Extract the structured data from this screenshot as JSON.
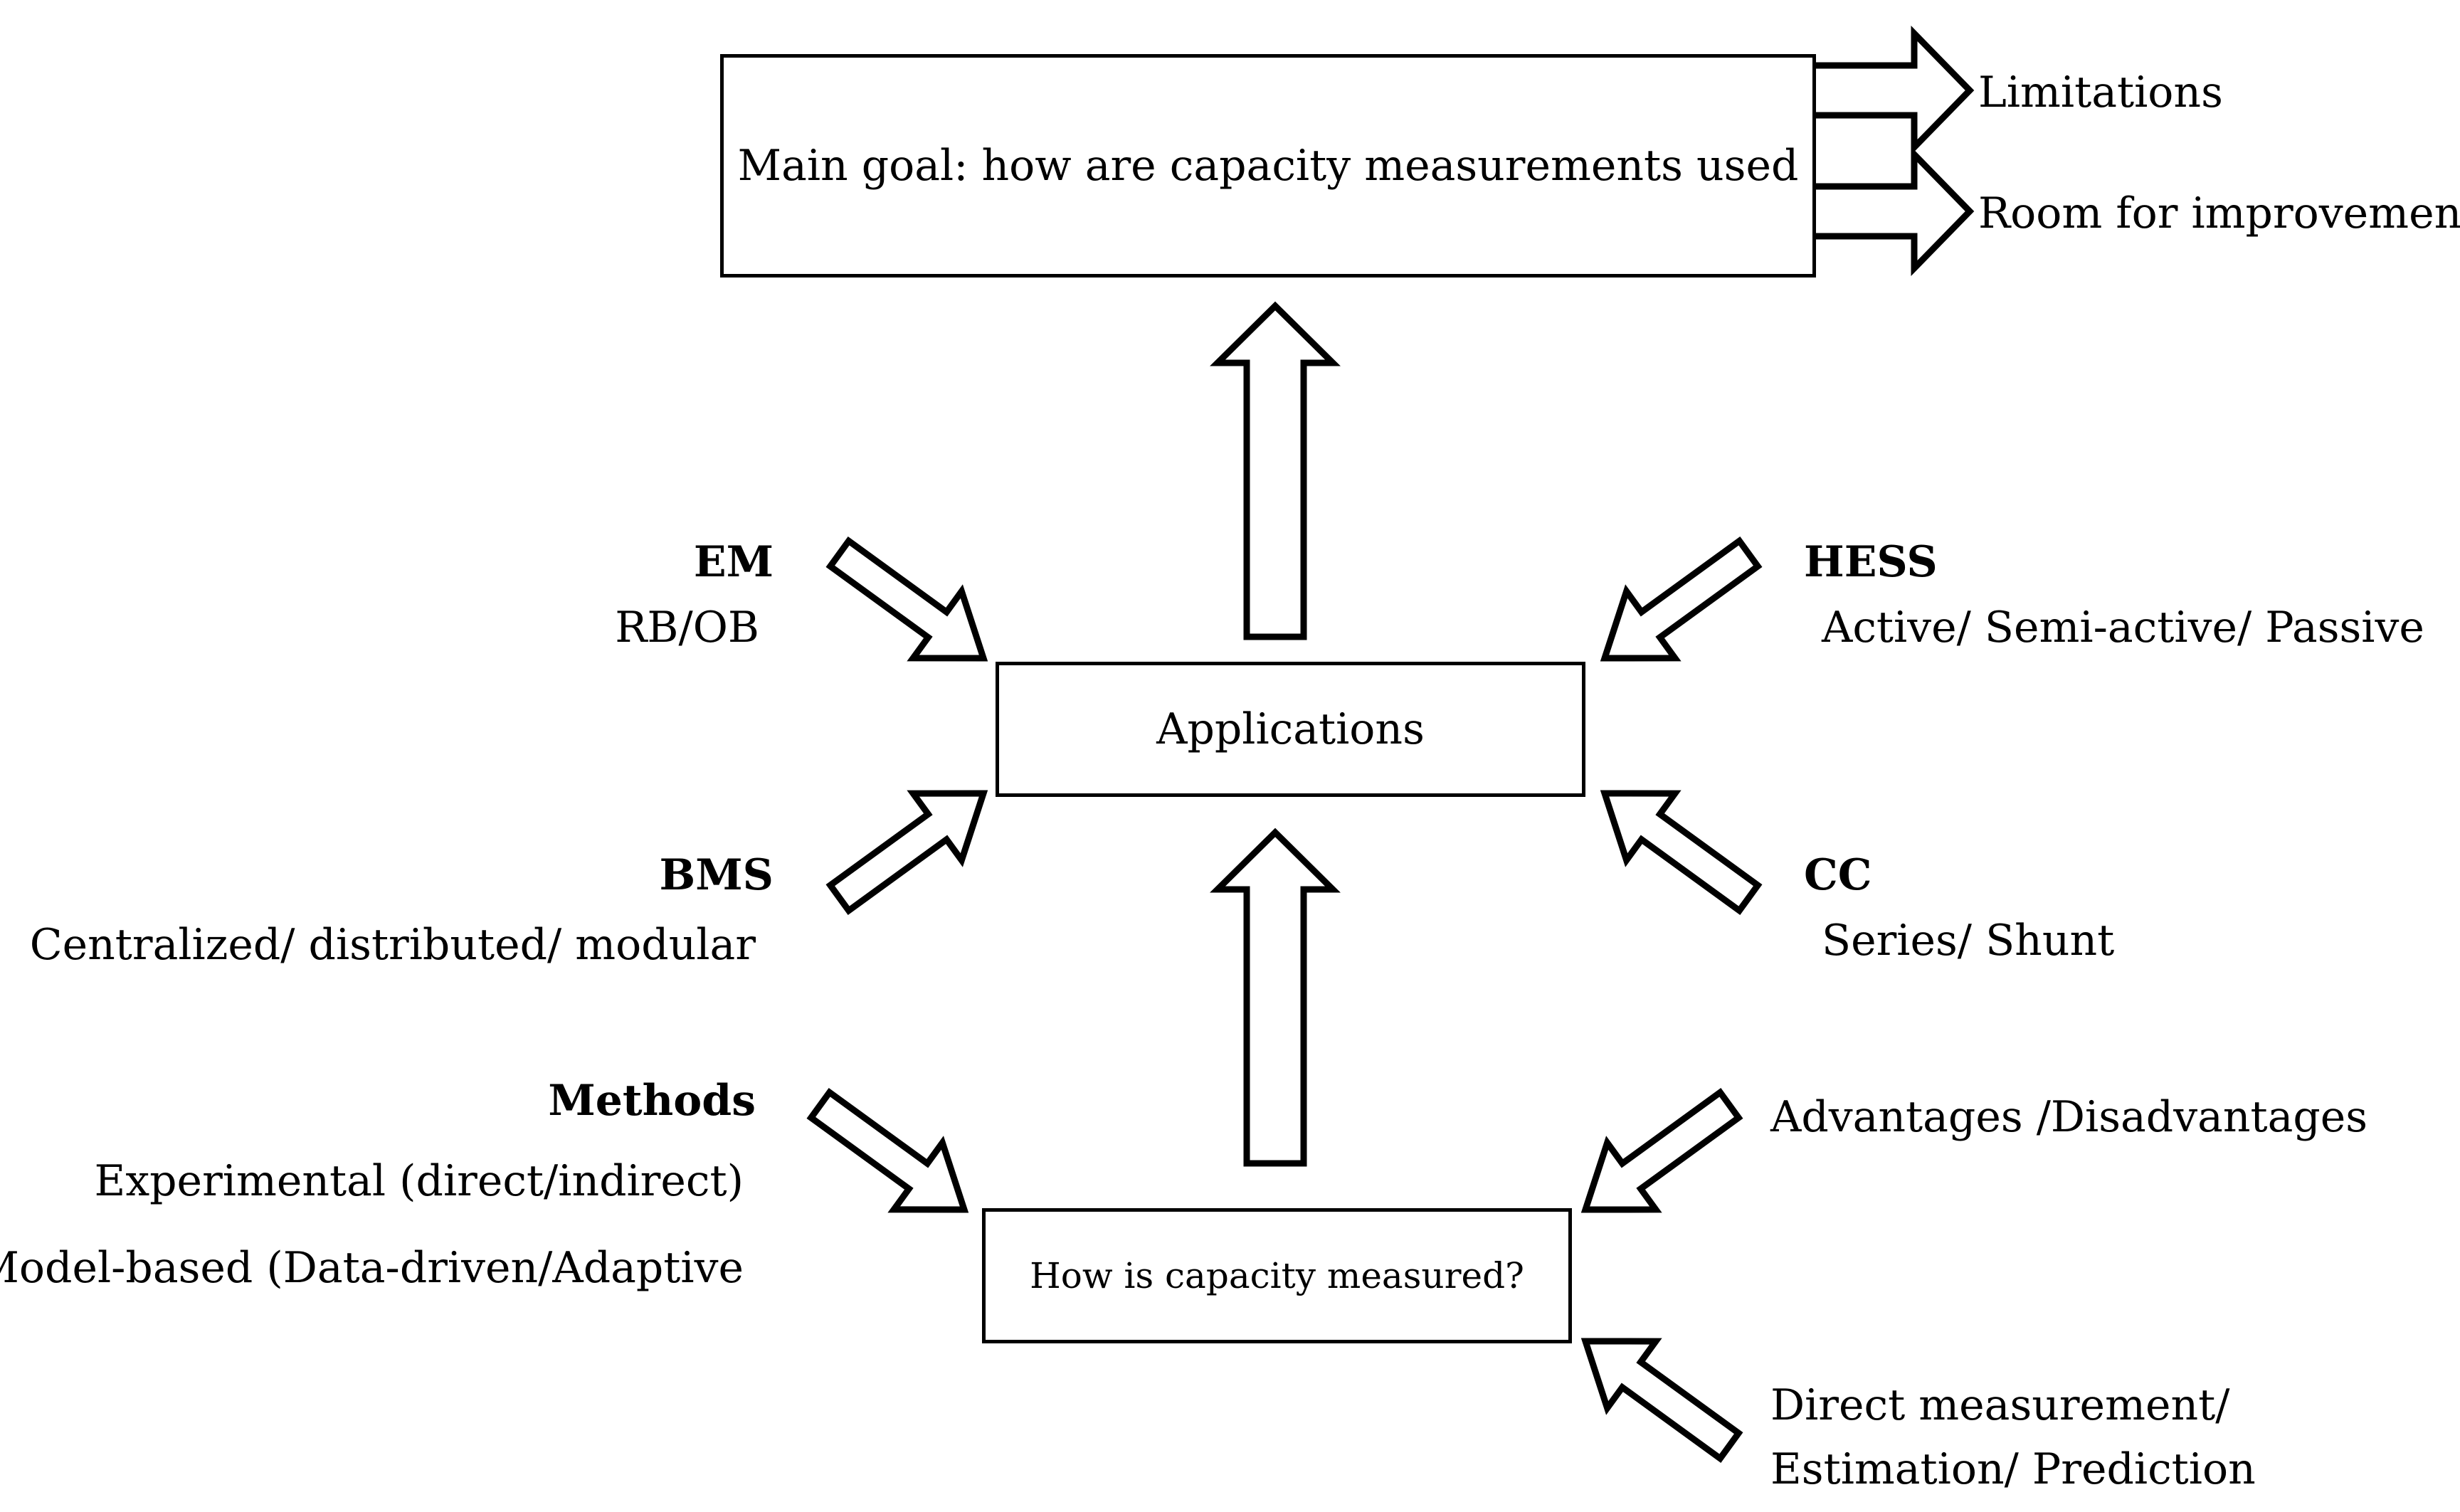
{
  "main_goal": {
    "label": "Main goal: how are capacity measurements used"
  },
  "outcomes": {
    "limitations": "Limitations",
    "improvement": "Room for improvement"
  },
  "applications": {
    "label": "Applications"
  },
  "capacity": {
    "label": "How is capacity measured?"
  },
  "em": {
    "title": "EM",
    "detail": "RB/OB"
  },
  "bms": {
    "title": "BMS",
    "detail": "Centralized/ distributed/ modular"
  },
  "hess": {
    "title": "HESS",
    "detail": "Active/ Semi-active/ Passive"
  },
  "cc": {
    "title": "CC",
    "detail": "Series/ Shunt"
  },
  "methods": {
    "title": "Methods",
    "line1": "Experimental (direct/indirect)",
    "line2": "Model-based (Data-driven/Adaptive"
  },
  "advantages": {
    "label": "Advantages /Disadvantages"
  },
  "direct": {
    "line1": "Direct measurement/",
    "line2": "Estimation/ Prediction"
  },
  "colors": {
    "stroke": "#000000",
    "fill": "#ffffff"
  }
}
